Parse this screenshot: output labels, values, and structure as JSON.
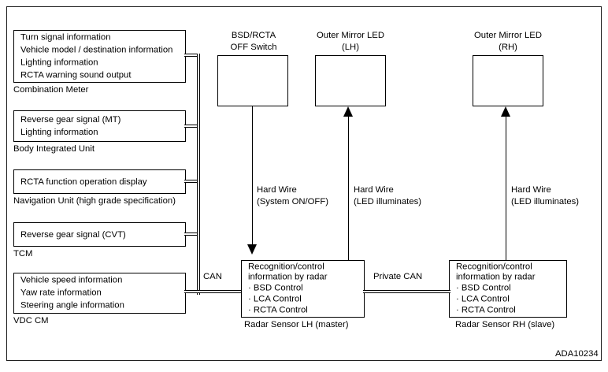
{
  "diagram": {
    "code": "ADA10234",
    "left_modules": [
      {
        "name": "combination-meter",
        "lines": [
          "Turn signal information",
          "Vehicle model / destination information",
          "Lighting information",
          "RCTA warning sound output"
        ],
        "caption": "Combination Meter"
      },
      {
        "name": "body-integrated-unit",
        "lines": [
          "Reverse gear signal (MT)",
          "Lighting information"
        ],
        "caption": "Body Integrated Unit"
      },
      {
        "name": "navigation-unit",
        "lines": [
          "RCTA function operation display"
        ],
        "caption": "Navigation Unit (high grade specification)"
      },
      {
        "name": "tcm",
        "lines": [
          "Reverse gear signal (CVT)"
        ],
        "caption": "TCM"
      },
      {
        "name": "vdc-cm",
        "lines": [
          "Vehicle speed information",
          "Yaw rate information",
          "Steering angle information"
        ],
        "caption": "VDC CM"
      }
    ],
    "top_modules": [
      {
        "name": "bsd-rcta-off-switch",
        "title": [
          "BSD/RCTA",
          "OFF Switch"
        ]
      },
      {
        "name": "outer-mirror-led-lh",
        "title": [
          "Outer Mirror LED",
          "(LH)"
        ]
      },
      {
        "name": "outer-mirror-led-rh",
        "title": [
          "Outer Mirror LED",
          "(RH)"
        ]
      }
    ],
    "radar_sensors": [
      {
        "name": "radar-sensor-lh",
        "lines": [
          "Recognition/control",
          "information by radar",
          "· BSD Control",
          "· LCA Control",
          "· RCTA Control"
        ],
        "caption": "Radar Sensor LH (master)"
      },
      {
        "name": "radar-sensor-rh",
        "lines": [
          "Recognition/control",
          "information by radar",
          "· BSD Control",
          "· LCA Control",
          "· RCTA Control"
        ],
        "caption": "Radar Sensor RH (slave)"
      }
    ],
    "wire_labels": [
      {
        "name": "hard-wire-system-onoff",
        "lines": [
          "Hard Wire",
          "(System ON/OFF)"
        ]
      },
      {
        "name": "hard-wire-led-lh",
        "lines": [
          "Hard Wire",
          "(LED illuminates)"
        ]
      },
      {
        "name": "hard-wire-led-rh",
        "lines": [
          "Hard Wire",
          "(LED illuminates)"
        ]
      }
    ],
    "bus_labels": {
      "can": "CAN",
      "private_can": "Private CAN"
    }
  }
}
